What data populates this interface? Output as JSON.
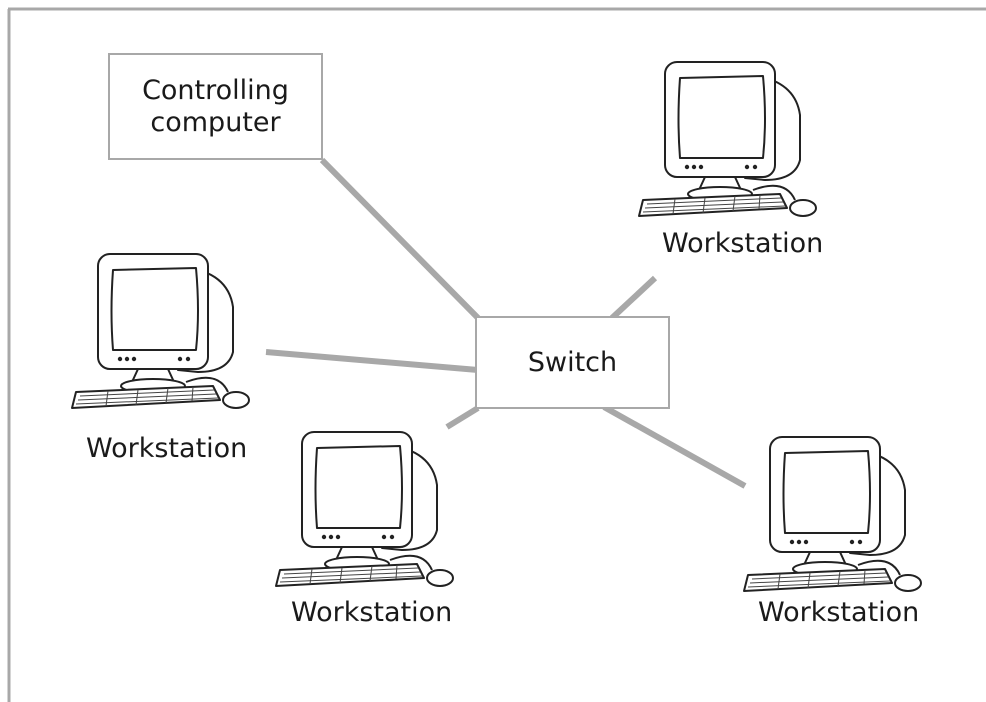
{
  "diagram": {
    "nodes": {
      "controller": {
        "line1": "Controlling",
        "line2": "computer"
      },
      "switch": {
        "label": "Switch"
      },
      "workstations": [
        {
          "label": "Workstation",
          "icon": "computer-icon"
        },
        {
          "label": "Workstation",
          "icon": "computer-icon"
        },
        {
          "label": "Workstation",
          "icon": "computer-icon"
        },
        {
          "label": "Workstation",
          "icon": "computer-icon"
        }
      ]
    },
    "edges": [
      {
        "from": "controller",
        "to": "switch"
      },
      {
        "from": "workstation-top-right",
        "to": "switch"
      },
      {
        "from": "workstation-left",
        "to": "switch"
      },
      {
        "from": "workstation-bottom-center",
        "to": "switch"
      },
      {
        "from": "workstation-bottom-right",
        "to": "switch"
      }
    ],
    "colors": {
      "frame": "#a8a8a8",
      "connector": "#a8a8a8",
      "text": "#1a1a1a"
    }
  }
}
